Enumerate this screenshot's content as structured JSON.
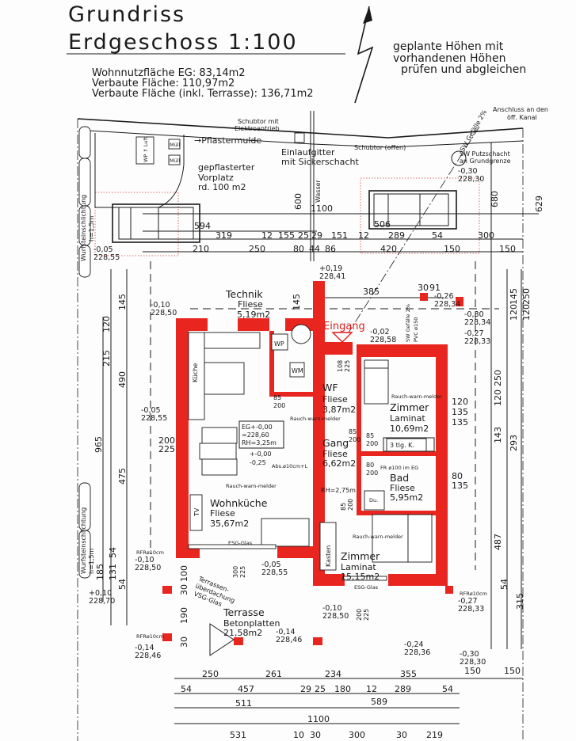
{
  "header": {
    "title_line1": "Grundriss",
    "title_line2": "Erdgeschoss 1:100",
    "info": [
      "Wohnnutzfläche EG: 83,14m2",
      "Verbaute Fläche: 110,97m2",
      "Verbaute Fläche (inkl. Terrasse): 136,71m2"
    ],
    "note": [
      "geplante Höhen mit",
      "vorhandenen Höhen",
      "prüfen und abgleichen"
    ]
  },
  "site": {
    "anschluss": [
      "Anschluss an den",
      "öff. Kanal"
    ],
    "schubtor_motor": [
      "Schubtor mit",
      "Elektroantrieb"
    ],
    "pflastermulde": "→Pflastermulde",
    "einlaufgitter": [
      "Einlaufgitter",
      "mit Sickerschacht"
    ],
    "schubtor_offen": "Schubtor (offen)",
    "putzschacht": [
      "SW Putzschacht",
      "an Grundgrenze"
    ],
    "sw_gefaelle": "SW Gefälle 2%",
    "pvc": "PVC ø150",
    "vorplatz": [
      "gepflasterter",
      "Vorplatz",
      "rd. 100 m2"
    ],
    "wasser": "Wasser",
    "wp_luft": "WP ⇑ Luft",
    "muell": [
      "Müll",
      "Müll"
    ],
    "wurfstein": [
      "Wurfsteinschlichtung",
      "h=1,5m"
    ]
  },
  "rooms": {
    "technik": [
      "Technik",
      "Fliese",
      "5,19m2"
    ],
    "kueche": "Küche",
    "wp": "WP",
    "wm": "WM",
    "wf": [
      "WF",
      "Fliese",
      "3,87m2"
    ],
    "zimmer1": [
      "Zimmer",
      "Laminat",
      "10,69m2"
    ],
    "gang": [
      "Gang",
      "Fliese",
      "6,62m2"
    ],
    "bad": [
      "Bad",
      "Fliese",
      "5,95m2"
    ],
    "wohnkueche": [
      "Wohnküche",
      "Fliese",
      "35,67m2"
    ],
    "zimmer2": [
      "Zimmer",
      "Laminat",
      "15,15m2"
    ],
    "kasten": "Kasten",
    "terrasse": [
      "Terrasse",
      "Betonplatten",
      "21,58m2"
    ],
    "ueberdachung": [
      "Terrassen-",
      "überdachung",
      "VSG-Glas"
    ],
    "eingang": "Eingang",
    "eg_box": [
      "EG+-0,00",
      "=228,60",
      "RH=3,25m"
    ],
    "rh2": "RH=2,75m",
    "schrank": "3 tlg. K.",
    "tv": "TV",
    "dusche": "Du.",
    "rauchmelder": "Rauch-warn-melder",
    "esg": "ESG-Glas",
    "fr": "FR ø100 im EG",
    "abs": "Abs.ø10cm+L",
    "height_marks": [
      "+-0,00",
      "-0,25"
    ],
    "rfr": "RFRø10cm"
  },
  "elevations": [
    [
      "-0,05",
      "228,55"
    ],
    [
      "-0,10",
      "228,50"
    ],
    [
      "+0,19",
      "228,41"
    ],
    [
      "-0,02",
      "228,58"
    ],
    [
      "-0,26",
      "228,34"
    ],
    [
      "-0,30",
      "228,34"
    ],
    [
      "-0,27",
      "228,33"
    ],
    [
      "-0,05",
      "228,55"
    ],
    [
      "-0,30",
      "228,30"
    ],
    [
      "-0,10",
      "228,50"
    ],
    [
      "-0,05",
      "228,55"
    ],
    [
      "-0,10",
      "228,50"
    ],
    [
      "-0,14",
      "228,46"
    ],
    [
      "+0,10",
      "228,70"
    ],
    [
      "-0,14",
      "228,46"
    ],
    [
      "-0,24",
      "228,36"
    ],
    [
      "-0,27",
      "228,33"
    ],
    [
      "-0,30",
      "228,30"
    ]
  ],
  "dimensions": {
    "top_row1": [
      "319",
      "12",
      "155",
      "25",
      "29",
      "151",
      "12",
      "289",
      "54",
      "300"
    ],
    "top_row2": [
      "210",
      "250",
      "80",
      "44",
      "86",
      "420",
      "150",
      "150"
    ],
    "top_misc": [
      "594",
      "1100",
      "506",
      "600",
      "629",
      "680",
      "385",
      "30",
      "91",
      "145"
    ],
    "bottom_row1": [
      "250",
      "261",
      "234",
      "355",
      "150",
      "150"
    ],
    "bottom_row2": [
      "54",
      "457",
      "29",
      "25",
      "180",
      "12",
      "289",
      "54"
    ],
    "bottom_row3": [
      "511",
      "589"
    ],
    "bottom_row4": [
      "1100"
    ],
    "bottom_row5": [
      "531",
      "10",
      "30",
      "300",
      "30",
      "219"
    ],
    "left": [
      "145",
      "120",
      "215",
      "490",
      "965",
      "200",
      "225",
      "475",
      "54",
      "131",
      "185",
      "54",
      "100",
      "30",
      "190",
      "30"
    ],
    "right": [
      "145",
      "120",
      "250",
      "120",
      "250",
      "120",
      "293",
      "143",
      "135",
      "487",
      "315",
      "54",
      "80",
      "135",
      "120",
      "135"
    ],
    "doors": [
      "85",
      "200",
      "108",
      "225",
      "85",
      "200",
      "85",
      "200",
      "80",
      "200",
      "300",
      "225",
      "200",
      "225",
      "85",
      "200"
    ]
  },
  "colors": {
    "wall": "#e8251f",
    "line": "#1a1a1a",
    "eingang": "#e11a1a"
  }
}
